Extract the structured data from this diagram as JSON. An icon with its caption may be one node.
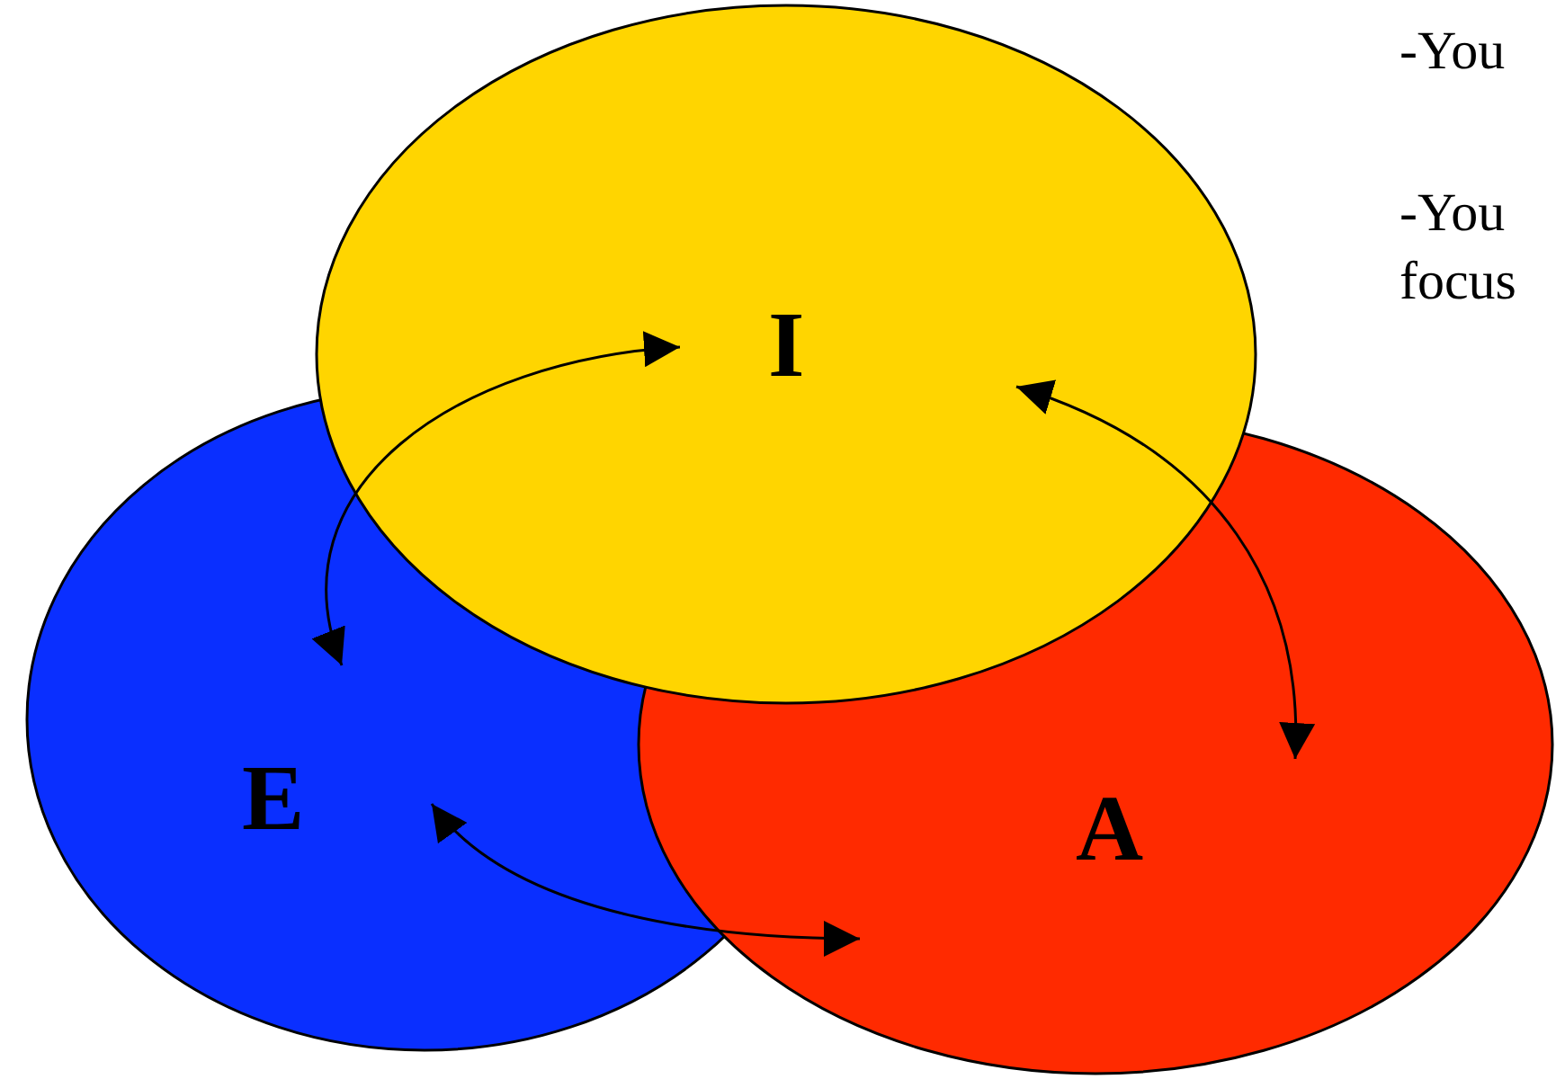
{
  "diagram": {
    "nodes": [
      {
        "text": [
          "I"
        ]
      },
      {
        "text": [
          "E"
        ]
      },
      {
        "text": [
          "A"
        ]
      }
    ],
    "edges": [
      {
        "from": 0,
        "to": 1,
        "arrow": "both"
      },
      {
        "from": 0,
        "to": 2,
        "arrow": "both"
      },
      {
        "from": 1,
        "to": 2,
        "arrow": "both"
      }
    ],
    "labels": [
      "-You",
      "-You focus"
    ]
  }
}
